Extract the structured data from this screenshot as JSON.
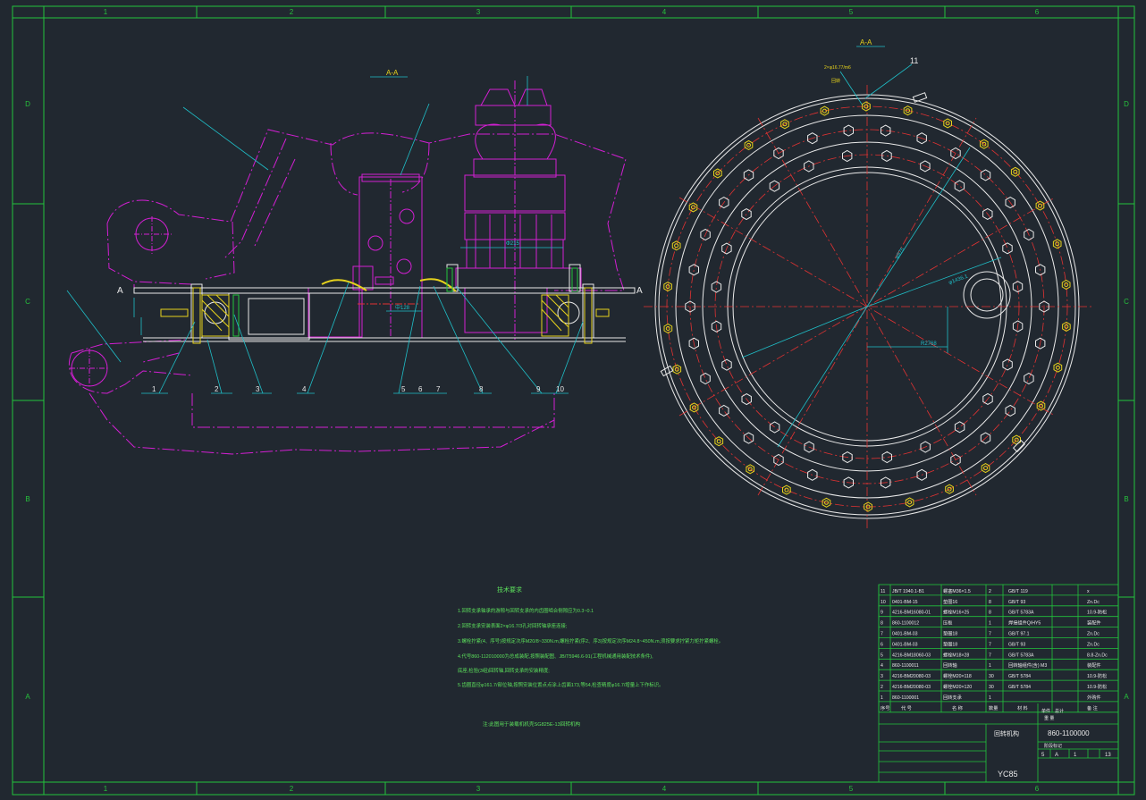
{
  "colors": {
    "background": "#212830",
    "frame": "#22c33c",
    "grid_text": "#26c23c",
    "magenta": "#d21fd2",
    "cyan": "#1fbfc8",
    "white": "#e9e9e9",
    "yellow": "#e6d21c",
    "red": "#e23232",
    "green_text": "#5ce05c"
  },
  "border": {
    "top_numbers": [
      "1",
      "2",
      "3",
      "4",
      "5",
      "6"
    ],
    "bottom_numbers": [
      "1",
      "2",
      "3",
      "4",
      "5",
      "6"
    ],
    "left_letters": [
      "D",
      "C",
      "B",
      "A"
    ],
    "right_letters": [
      "D",
      "C",
      "B",
      "A"
    ]
  },
  "left_view": {
    "section_title": "A-A",
    "label_a_left": "A",
    "label_a_right": "A",
    "dim_phi215": "Φ215",
    "dim_small": "中128",
    "callouts": [
      "1",
      "2",
      "3",
      "4",
      "5",
      "6",
      "7",
      "8",
      "9",
      "10"
    ]
  },
  "right_view": {
    "section_title": "A-A",
    "callout_11": "11",
    "note_top": "2×φ16.77/m6",
    "note_top2": "回转",
    "dim_radius": "R2768",
    "dim_diag": "φ1436.1",
    "dim_inner": "φ975"
  },
  "tech_req": {
    "title": "技术要求",
    "lines": [
      "1.回转支承轴承的游隙与回转支承的内齿圈啮合侧隙应为0.3~0.1",
      "2.回转支承安装表面2×φ16.7/3孔对回转轴承座连接;",
      "3.螺栓拧紧(4、序号)按规定次序M20/8~330N.m,螺栓拧紧(序2、序3)按规定次序M24.8~450N.m,须按要求拧紧力矩拧紧螺栓。",
      "4.代号860-112010000为总成装配,按照装配图、JB/T5946.6-91(工程机械通用装配技术条件),",
      "  底座,检验(3组)回转轴,回转支承的安装精度;",
      "5.齿圈直径φ161.7/部位轴,按照安装位置点点涂上齿面173,等54,检查精度φ16.7/增量上下作标识。"
    ],
    "footnote": "注:此图用于装载机机壳SG825E-13回转机构"
  },
  "bom": {
    "rows": [
      {
        "no": "11",
        "code": "JB/T 1940.1-B1",
        "name": "螺塞M36×1.5",
        "qty": "2",
        "mat": "GB/T 119",
        "rem": "x"
      },
      {
        "no": "10",
        "code": "0401-BM-15",
        "name": "垫圈16",
        "qty": "8",
        "mat": "GB/T 93",
        "rem": "Zn.Dc"
      },
      {
        "no": "9",
        "code": "4216-BM16080-01",
        "name": "螺栓M16×25",
        "qty": "8",
        "mat": "GB/T 5783A",
        "rem": "10.9-防松"
      },
      {
        "no": "8",
        "code": "860-1100012",
        "name": "压板",
        "qty": "1",
        "mat": "焊接组件Q/HY5",
        "rem": "装配件"
      },
      {
        "no": "7",
        "code": "0401-BM-03",
        "name": "垫圈18",
        "qty": "7",
        "mat": "GB/T 97.1",
        "rem": "Zn.Dc"
      },
      {
        "no": "6",
        "code": "0401-BM-03",
        "name": "垫圈18",
        "qty": "7",
        "mat": "GB/T 93",
        "rem": "Zn.Dc"
      },
      {
        "no": "5",
        "code": "4216-BM18060-03",
        "name": "螺栓M18×28",
        "qty": "7",
        "mat": "GB/T 5783A",
        "rem": "8.8-Zn.Dc"
      },
      {
        "no": "4",
        "code": "860-1100011",
        "name": "回转轴",
        "qty": "1",
        "mat": "回转轴组件(含) M3",
        "rem": "装配件"
      },
      {
        "no": "3",
        "code": "4216-BM20080-03",
        "name": "螺栓M20×118",
        "qty": "30",
        "mat": "GB/T 5784",
        "rem": "10.9-防松"
      },
      {
        "no": "2",
        "code": "4216-BM20080-03",
        "name": "螺栓M20×120",
        "qty": "30",
        "mat": "GB/T 5784",
        "rem": "10.9-防松"
      },
      {
        "no": "1",
        "code": "860-1100001",
        "name": "回转支承",
        "qty": "1",
        "mat": "",
        "rem": "外购件"
      }
    ],
    "header": {
      "no": "序号",
      "code": "代 号",
      "name": "名 称",
      "qty": "数量",
      "mat": "材 料",
      "rem": "备 注"
    },
    "weight_headers": [
      "单件",
      "总计"
    ],
    "weight_sub": "重 量",
    "title_name": "回转机构",
    "drawing_code": "860-1100000",
    "sheet_info": [
      "5",
      "A",
      "1",
      "13"
    ],
    "sheet_header": "阶段标记",
    "model": "YC85"
  }
}
